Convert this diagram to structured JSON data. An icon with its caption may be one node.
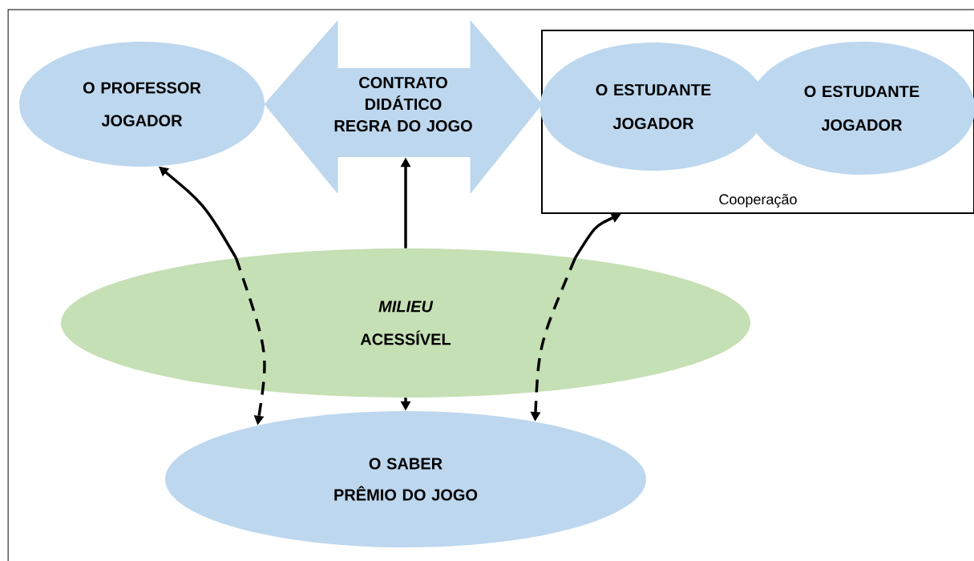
{
  "diagram": {
    "nodes": [
      {
        "text": [
          "O PROFESSOR JOGADOR"
        ]
      },
      {
        "text": [
          "CONTRATO DIDÁTICO",
          "REGRA DO JOGO"
        ]
      },
      {
        "text": [
          "Cooperação"
        ]
      },
      {
        "text": [
          "O ESTUDANTE JOGADOR"
        ],
        "in": 2
      },
      {
        "text": [
          "O ESTUDANTE JOGADOR"
        ],
        "in": 2
      },
      {
        "text": [
          "MILIEU",
          "ACESSÍVEL"
        ]
      },
      {
        "text": [
          "O SABER",
          "PRÊMIO DO JOGO"
        ]
      }
    ],
    "edges": [
      {
        "from": 5,
        "to": 0,
        "arrow": "to"
      },
      {
        "from": 5,
        "to": 6,
        "arrow": "to",
        "style": "dashed"
      },
      {
        "from": 5,
        "to": 1,
        "arrow": "to"
      },
      {
        "from": 5,
        "to": 6,
        "arrow": "to"
      },
      {
        "from": 5,
        "to": 2,
        "arrow": "to"
      },
      {
        "from": 5,
        "to": 6,
        "arrow": "to",
        "style": "dashed"
      }
    ]
  }
}
